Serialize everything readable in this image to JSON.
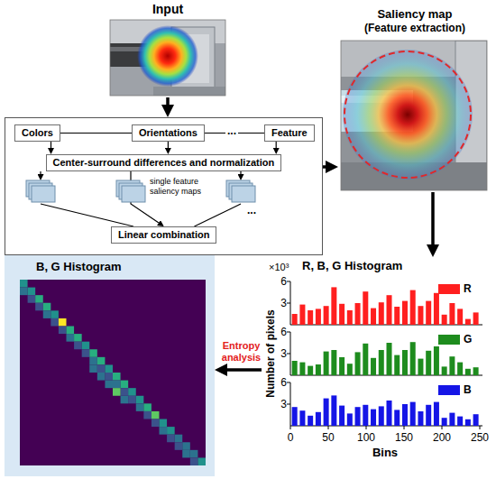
{
  "diagram": {
    "nodes": [
      {
        "text": [
          "Input"
        ]
      },
      {
        "text": []
      },
      {
        "text": [
          "Colors"
        ],
        "in": 1
      },
      {
        "text": [
          "Orientations"
        ],
        "in": 1
      },
      {
        "text": [
          "Feature"
        ],
        "in": 1
      },
      {
        "text": [
          "Center-surround differences and normalization"
        ],
        "in": 1
      },
      {
        "text": [
          "Linear combination"
        ],
        "in": 1
      },
      {
        "text": [
          "Saliency map",
          "(Feature extraction)"
        ]
      },
      {
        "text": [
          "B, G Histogram"
        ]
      },
      {
        "text": [
          "R, B, G Histogram"
        ]
      }
    ],
    "edges": [
      {
        "from": 0,
        "to": 1,
        "arrow": "to"
      },
      {
        "from": 1,
        "to": 7,
        "arrow": "to"
      },
      {
        "from": 7,
        "to": 9,
        "arrow": "to"
      },
      {
        "from": 9,
        "to": 8,
        "arrow": "to",
        "label": "Entropy analysis"
      },
      {
        "from": 2,
        "to": 3,
        "arrow": "none"
      },
      {
        "from": 3,
        "to": 4,
        "arrow": "none"
      },
      {
        "from": 2,
        "to": 5,
        "arrow": "to"
      },
      {
        "from": 3,
        "to": 5,
        "arrow": "to"
      },
      {
        "from": 4,
        "to": 5,
        "arrow": "to"
      },
      {
        "from": 5,
        "to": 6,
        "arrow": "to"
      }
    ],
    "labels": [
      "...",
      "single feature saliency maps",
      "...",
      "×10³",
      "6",
      "3",
      "6",
      "3",
      "6",
      "3",
      "0",
      "50",
      "100",
      "150",
      "200",
      "250",
      "Number of pixels",
      "Bins"
    ],
    "legend": [
      {
        "text": "R",
        "color": "#ff1f1f"
      },
      {
        "text": "G",
        "color": "#1e8c1e"
      },
      {
        "text": "B",
        "color": "#1515e6"
      }
    ]
  }
}
